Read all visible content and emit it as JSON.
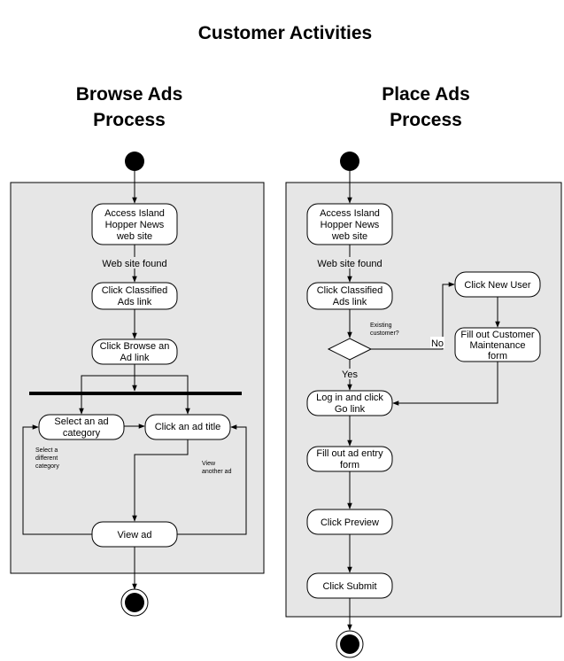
{
  "title": "Customer Activities",
  "browse": {
    "title_line1": "Browse Ads",
    "title_line2": "Process",
    "access": [
      "Access Island",
      "Hopper News",
      "web site"
    ],
    "web_site_found": "Web site found",
    "click_classified": [
      "Click Classified",
      "Ads link"
    ],
    "click_browse": [
      "Click Browse an",
      "Ad link"
    ],
    "select_category": [
      "Select an ad",
      "category"
    ],
    "click_ad_title": "Click an ad title",
    "select_different": [
      "Select a",
      "different",
      "category"
    ],
    "view_another": [
      "View",
      "another ad"
    ],
    "view_ad": "View ad"
  },
  "place": {
    "title_line1": "Place Ads",
    "title_line2": "Process",
    "access": [
      "Access Island",
      "Hopper News",
      "web site"
    ],
    "web_site_found": "Web site found",
    "click_classified": [
      "Click Classified",
      "Ads link"
    ],
    "existing_customer": [
      "Existing",
      "customer?"
    ],
    "no": "No",
    "yes": "Yes",
    "click_new_user": "Click New User",
    "fill_customer": [
      "Fill out Customer",
      "Maintenance",
      "form"
    ],
    "login": [
      "Log in and click",
      "Go link"
    ],
    "fill_ad_entry": [
      "Fill out ad entry",
      "form"
    ],
    "click_preview": "Click Preview",
    "click_submit": "Click Submit"
  }
}
